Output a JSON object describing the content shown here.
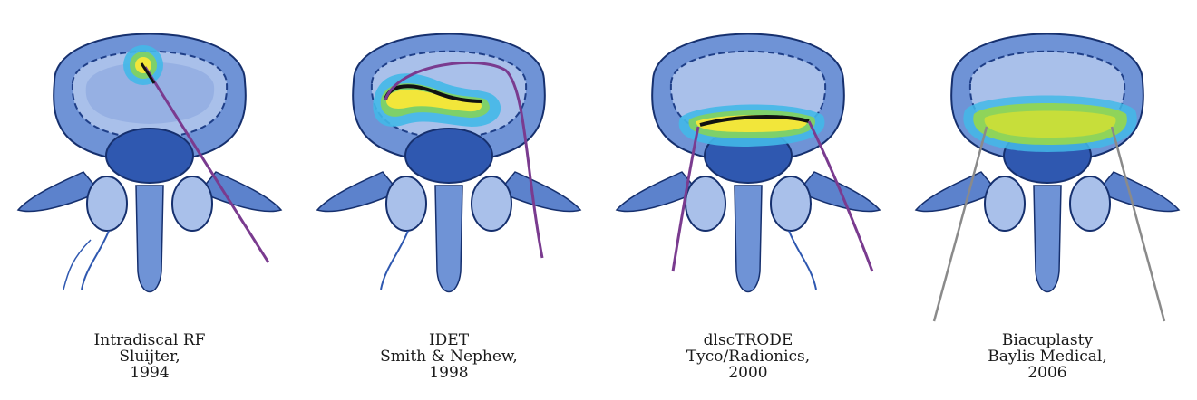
{
  "panels": [
    {
      "name": "Intradiscal RF",
      "inventor": "Sluijter,",
      "year": "1994",
      "variant": "spot"
    },
    {
      "name": "IDET",
      "inventor": "Smith & Nephew,",
      "year": "1998",
      "variant": "coil"
    },
    {
      "name": "dlscTRODE",
      "inventor": "Tyco/Radionics,",
      "year": "2000",
      "variant": "posterior"
    },
    {
      "name": "Biacuplasty",
      "inventor": "Baylis Medical,",
      "year": "2006",
      "variant": "bipolar"
    }
  ],
  "colors": {
    "bone": "#4a74c4",
    "bone_light": "#a9c0ea",
    "nucleus": "#7fa0dc",
    "outline": "#16306e",
    "probe": "#7a3b8f",
    "needle": "#8a8a8a",
    "heat_outer": "#43b8e8",
    "heat_mid": "#7ed06a",
    "heat_core": "#f2e63a",
    "wire": "#111111"
  }
}
